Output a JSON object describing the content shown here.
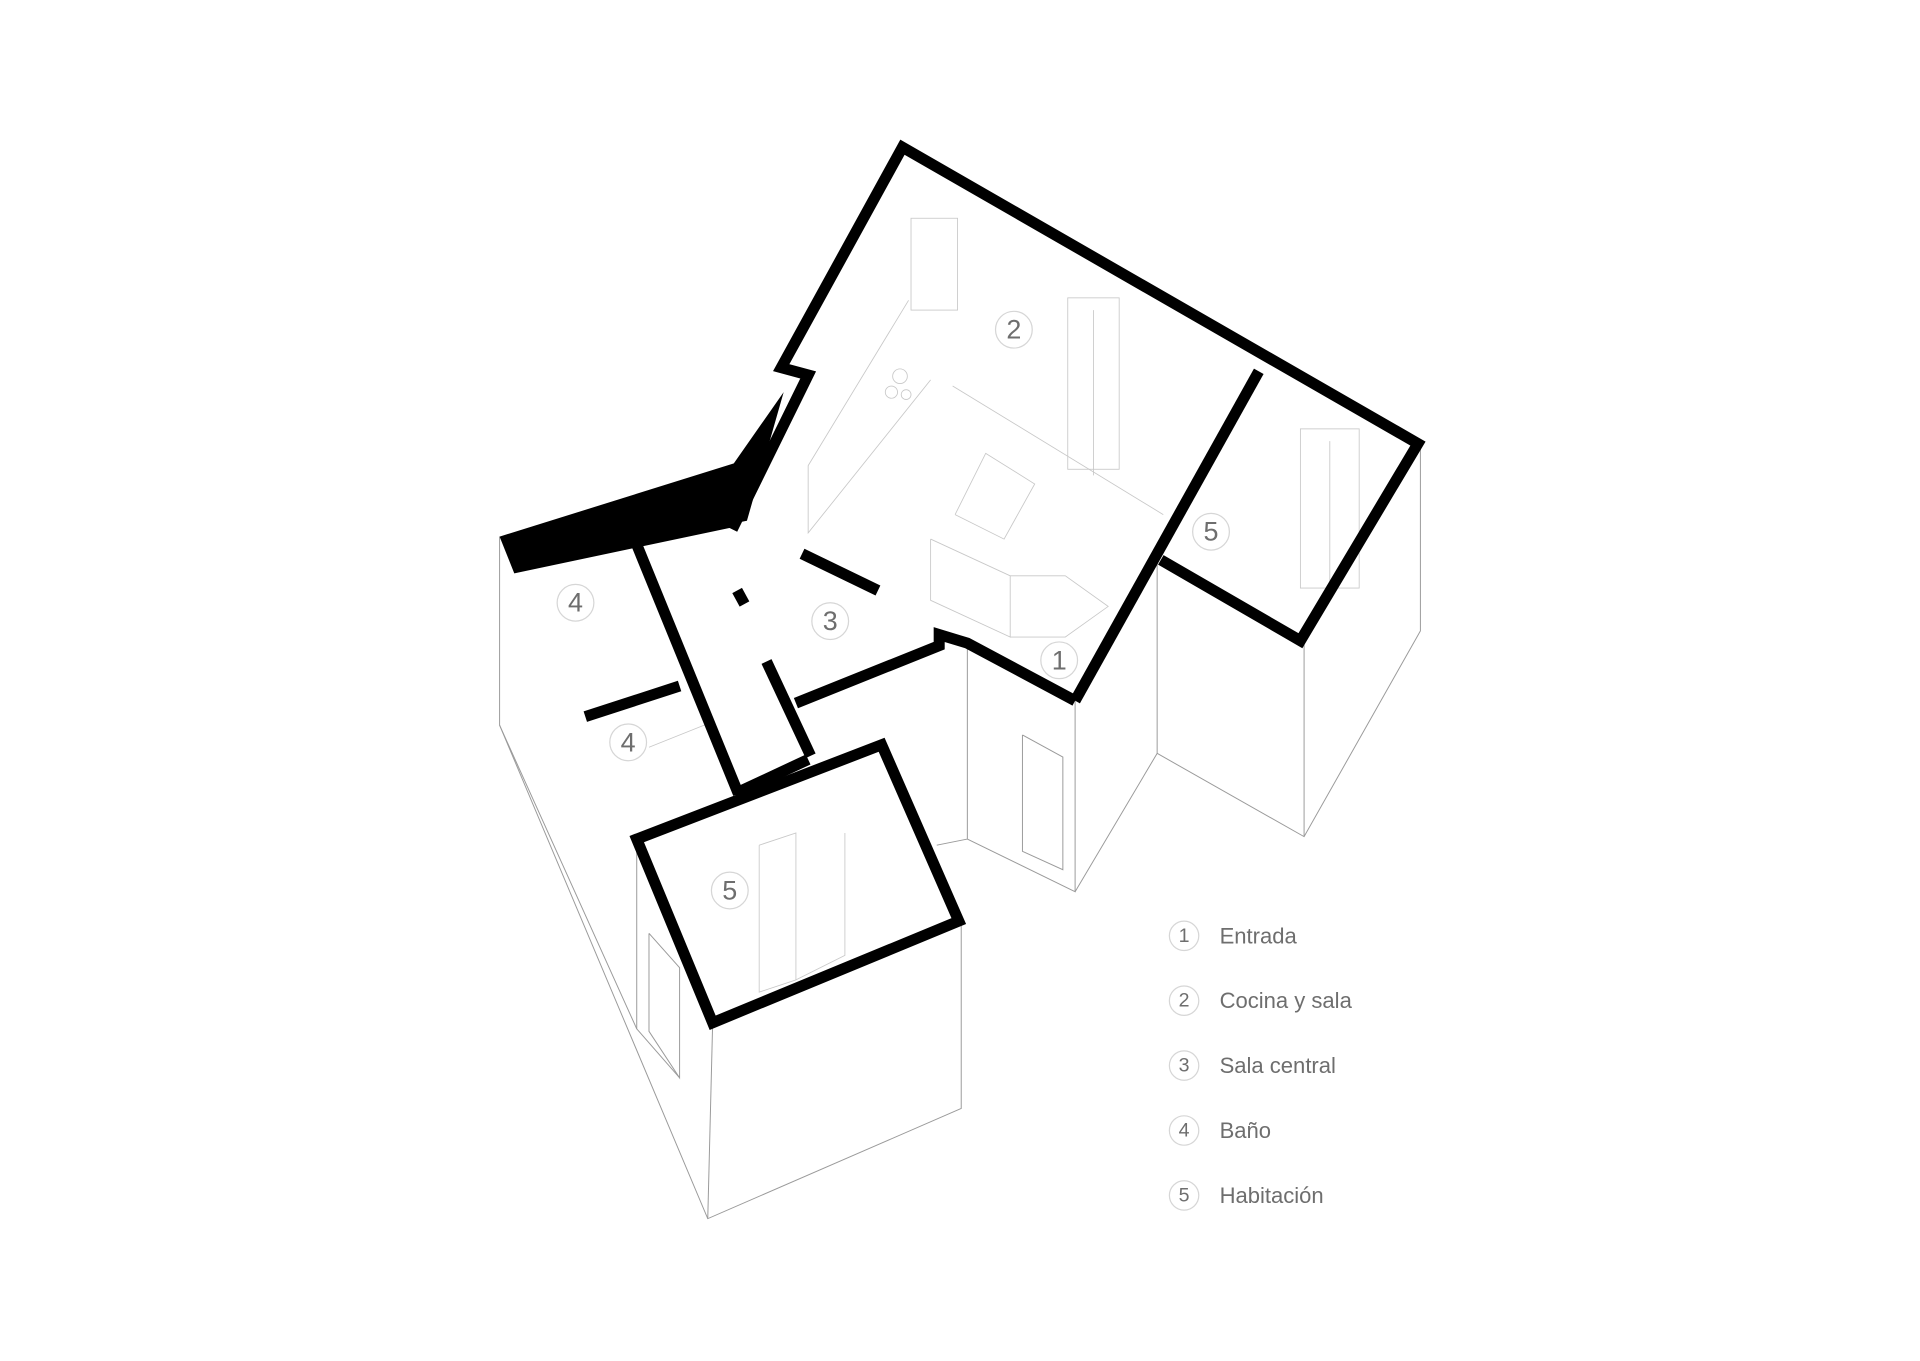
{
  "plan_labels": [
    {
      "number": "2",
      "room": "Cocina y sala"
    },
    {
      "number": "5",
      "room": "Habitación"
    },
    {
      "number": "4",
      "room": "Baño"
    },
    {
      "number": "3",
      "room": "Sala central"
    },
    {
      "number": "1",
      "room": "Entrada"
    },
    {
      "number": "4",
      "room": "Baño"
    },
    {
      "number": "5",
      "room": "Habitación"
    }
  ],
  "legend": [
    {
      "number": "1",
      "label": "Entrada"
    },
    {
      "number": "2",
      "label": "Cocina y sala"
    },
    {
      "number": "3",
      "label": "Sala central"
    },
    {
      "number": "4",
      "label": "Baño"
    },
    {
      "number": "5",
      "label": "Habitación"
    }
  ],
  "colors": {
    "walls": "#000000",
    "lines": "#9a9a9a",
    "text": "#6e6e6e"
  }
}
